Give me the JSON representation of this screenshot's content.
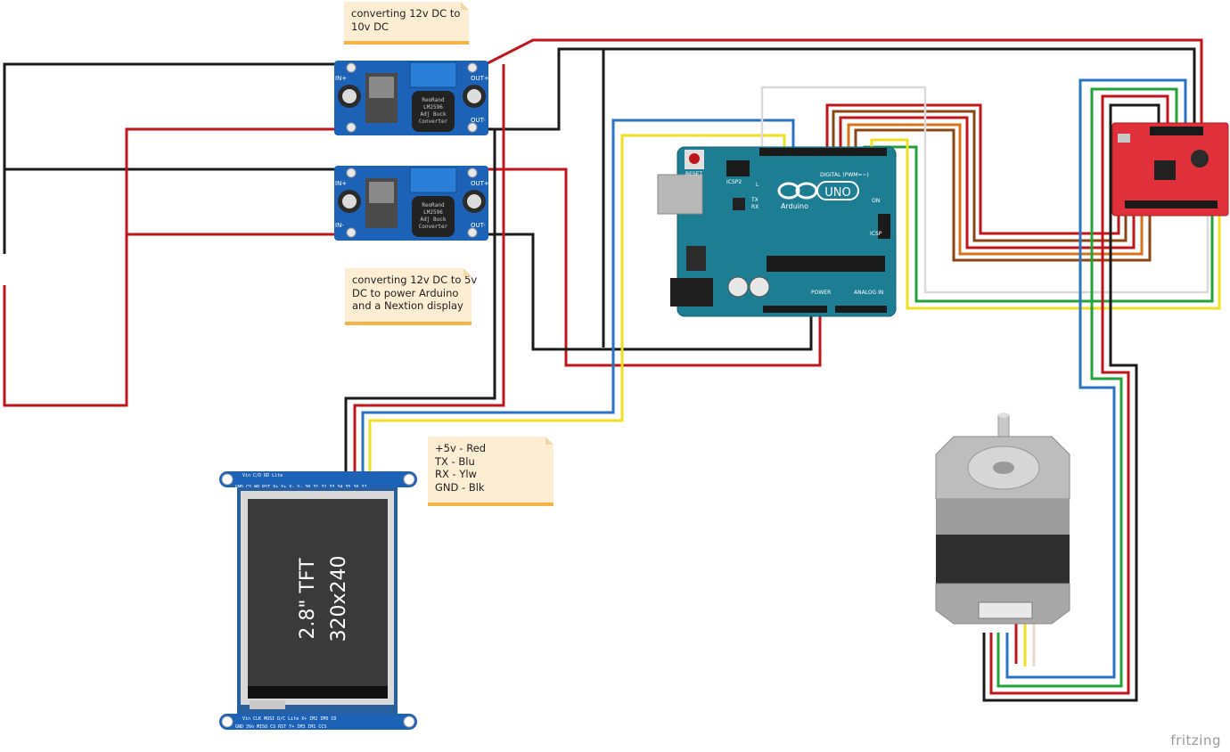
{
  "notes": {
    "buck_10v": [
      "converting 12v DC to",
      "10v DC"
    ],
    "buck_5v": [
      "converting 12v DC to 5v",
      "DC to power Arduino",
      "and a Nextion display"
    ],
    "legend": [
      "+5v - Red",
      "TX - Blu",
      "RX - Ylw",
      "GND - Blk"
    ]
  },
  "buck": {
    "in_plus": "IN+",
    "in_minus": "IN-",
    "out_plus": "OUT+",
    "out_minus": "OUT-",
    "inductor_text": [
      "ReoRand",
      "LM2596",
      "Adj Buck",
      "Converter"
    ]
  },
  "arduino": {
    "logo": "UNO",
    "brand": "Arduino",
    "reset": "RESET",
    "icsp": "ICSP",
    "icsp2": "ICSP2",
    "on": "ON",
    "l": "L",
    "tx": "TX",
    "rx": "RX",
    "digital": "DIGITAL (PWM=~)",
    "power": "POWER",
    "analog": "ANALOG IN"
  },
  "tft": {
    "size": "2.8\" TFT",
    "resolution": "320x240",
    "top_pins_row1": "Vin C/D RD Lite",
    "top_pins_row2": "GND CS WR RST X+ Y+ X- Y- 30 31 32 33 34 35 36 37",
    "bottom_pins_row1": "Vin CLK MOSI D/C Lite X+ IM2 IM0 CD",
    "bottom_pins_row2": "GND 3Vo MISO CS RST Y+ IM3 IM1 CCS"
  },
  "watermark": "fritzing",
  "colors": {
    "red": "#c0151b",
    "black": "#1a1a1a",
    "blue": "#2a73c4",
    "yellow": "#f0e020",
    "green": "#22a33a",
    "brown": "#8b4513",
    "orange": "#d8731a",
    "buck_blue": "#1c63b8",
    "arduino_teal": "#1d7d93",
    "driver_red": "#e0313a"
  }
}
